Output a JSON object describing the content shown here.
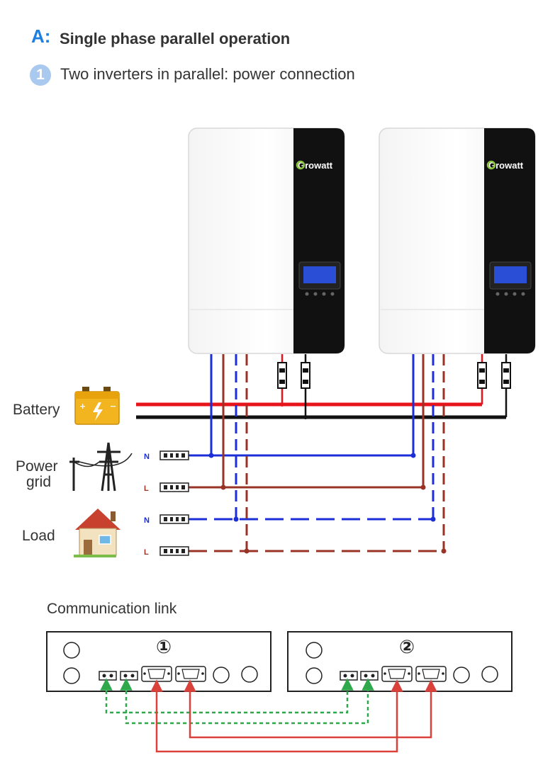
{
  "header": {
    "letter": "A:",
    "title": "Single phase parallel operation"
  },
  "step": {
    "number": "1",
    "text": "Two inverters in parallel: power connection"
  },
  "inverters": [
    {
      "brand": "Growatt"
    },
    {
      "brand": "Growatt"
    }
  ],
  "labels": {
    "battery": "Battery",
    "power_grid_line1": "Power",
    "power_grid_line2": "grid",
    "load": "Load",
    "n": "N",
    "l": "L"
  },
  "communication": {
    "title": "Communication link",
    "unit1": "①",
    "unit2": "②"
  },
  "colors": {
    "positive": "#e8141c",
    "negative": "#111111",
    "neutral": "#1b2ed8",
    "line": "#993326",
    "comm_green": "#2ea84a",
    "comm_red": "#d9413a",
    "accent": "#1e7fe0"
  }
}
